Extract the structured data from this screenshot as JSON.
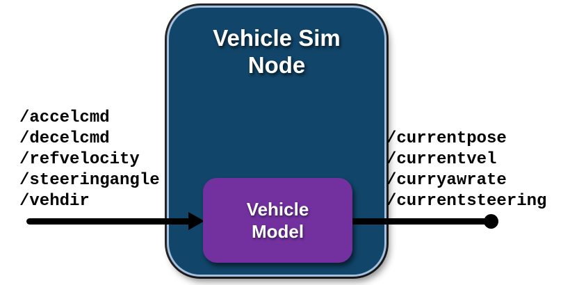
{
  "diagram": {
    "node": {
      "title": "Vehicle Sim\nNode",
      "model_title": "Vehicle\nModel"
    },
    "inputs": [
      "/accelcmd",
      "/decelcmd",
      "/refvelocity",
      "/steeringangle",
      "/vehdir"
    ],
    "outputs": [
      "/currentpose",
      "/currentvel",
      "/curryawrate",
      "/currentsteering"
    ],
    "colors": {
      "node_fill": "#114569",
      "node_border": "#a4c0de",
      "model_fill": "#72319f",
      "arrow": "#000000",
      "title_text": "#ffffff",
      "topic_text": "#000000",
      "background": "#ffffff"
    }
  }
}
